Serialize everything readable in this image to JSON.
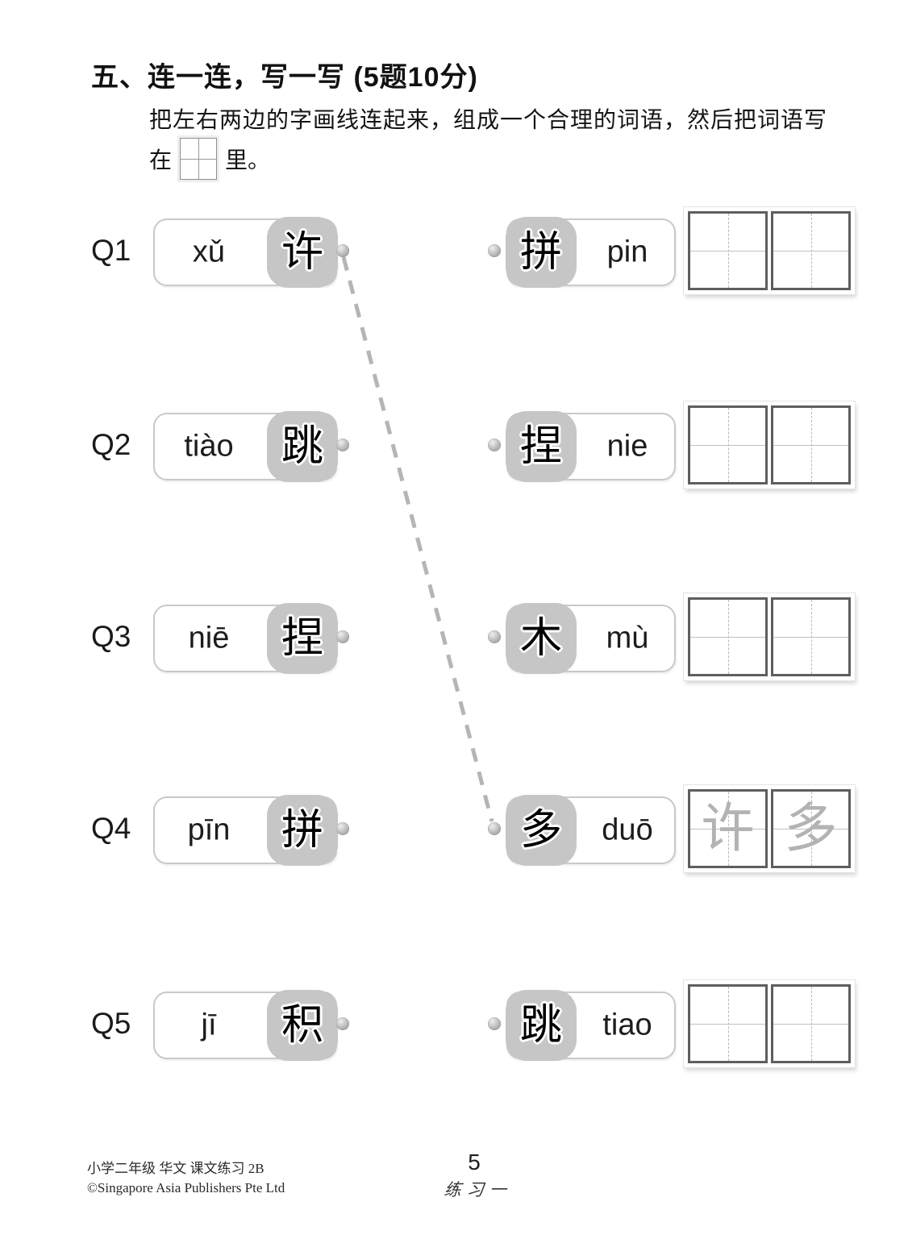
{
  "header": {
    "title": "五、连一连，写一写 (5题10分)",
    "instruction_line1": "把左右两边的字画线连起来，组成一个合理的词语，然后把词语写",
    "instruction_line2_prefix": "在",
    "instruction_line2_suffix": "里。"
  },
  "questions": [
    {
      "id": "Q1",
      "left_pinyin": "xǔ",
      "left_char": "许",
      "right_char": "拼",
      "right_pinyin": "pin",
      "grid": [
        "",
        ""
      ]
    },
    {
      "id": "Q2",
      "left_pinyin": "tiào",
      "left_char": "跳",
      "right_char": "捏",
      "right_pinyin": "nie",
      "grid": [
        "",
        ""
      ]
    },
    {
      "id": "Q3",
      "left_pinyin": "niē",
      "left_char": "捏",
      "right_char": "木",
      "right_pinyin": "mù",
      "grid": [
        "",
        ""
      ]
    },
    {
      "id": "Q4",
      "left_pinyin": "pīn",
      "left_char": "拼",
      "right_char": "多",
      "right_pinyin": "duō",
      "grid": [
        "许",
        "多"
      ]
    },
    {
      "id": "Q5",
      "left_pinyin": "jī",
      "left_char": "积",
      "right_char": "跳",
      "right_pinyin": "tiao",
      "grid": [
        "",
        ""
      ]
    }
  ],
  "connection": {
    "from": "Q1 left (许)",
    "to": "Q4 right (多)",
    "answer_word": "许多"
  },
  "footer": {
    "book_info": "小学二年级 华文 课文练习 2B",
    "copyright": "©Singapore Asia Publishers Pte Ltd",
    "page_number": "5",
    "exercise_label": "练习一"
  },
  "colors": {
    "char_box_gray": "#c6c6c6",
    "card_border": "#c9c9c9",
    "dashed_line": "#b5b5b5",
    "grid_cell_border": "#5e5e5e",
    "written_answer_gray": "#b3b3b3"
  }
}
